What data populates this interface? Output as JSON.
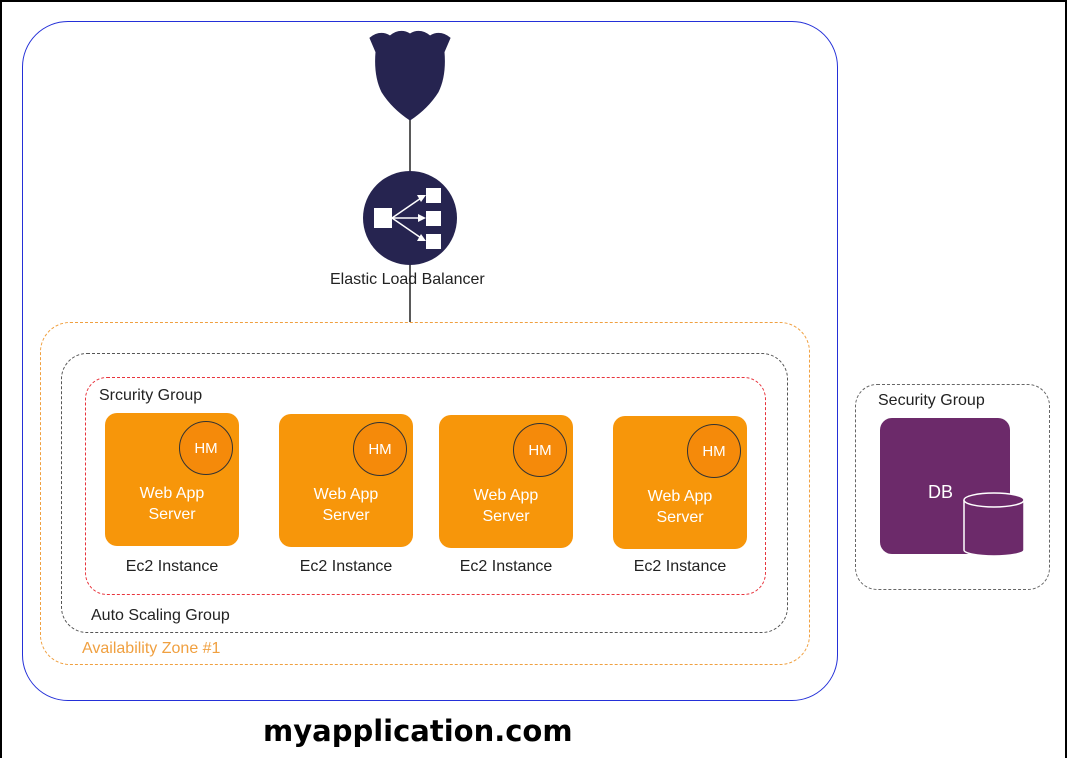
{
  "diagram": {
    "load_balancer_label": "Elastic Load Balancer",
    "availability_zone_label": "Availability Zone #1",
    "auto_scaling_group_label": "Auto Scaling Group",
    "web_security_group_label": "Srcurity Group",
    "db_security_group_label": "Security Group",
    "db_label": "DB",
    "servers": [
      {
        "badge": "HM",
        "label": "Web App\nServer",
        "instance_label": "Ec2 Instance"
      },
      {
        "badge": "HM",
        "label": "Web App\nServer",
        "instance_label": "Ec2 Instance"
      },
      {
        "badge": "HM",
        "label": "Web App\nServer",
        "instance_label": "Ec2 Instance"
      },
      {
        "badge": "HM",
        "label": "Web App\nServer",
        "instance_label": "Ec2 Instance"
      }
    ],
    "footer_title": "myapplication.com"
  },
  "colors": {
    "vpc_border": "#2430d8",
    "availability_zone": "#f0a040",
    "security_group_web": "#e8333c",
    "server_fill": "#f7960a",
    "db_fill": "#6c2a6a",
    "icon_fill": "#262450"
  },
  "icons": [
    "internet-shield-icon",
    "load-balancer-icon",
    "database-cylinder-icon"
  ]
}
